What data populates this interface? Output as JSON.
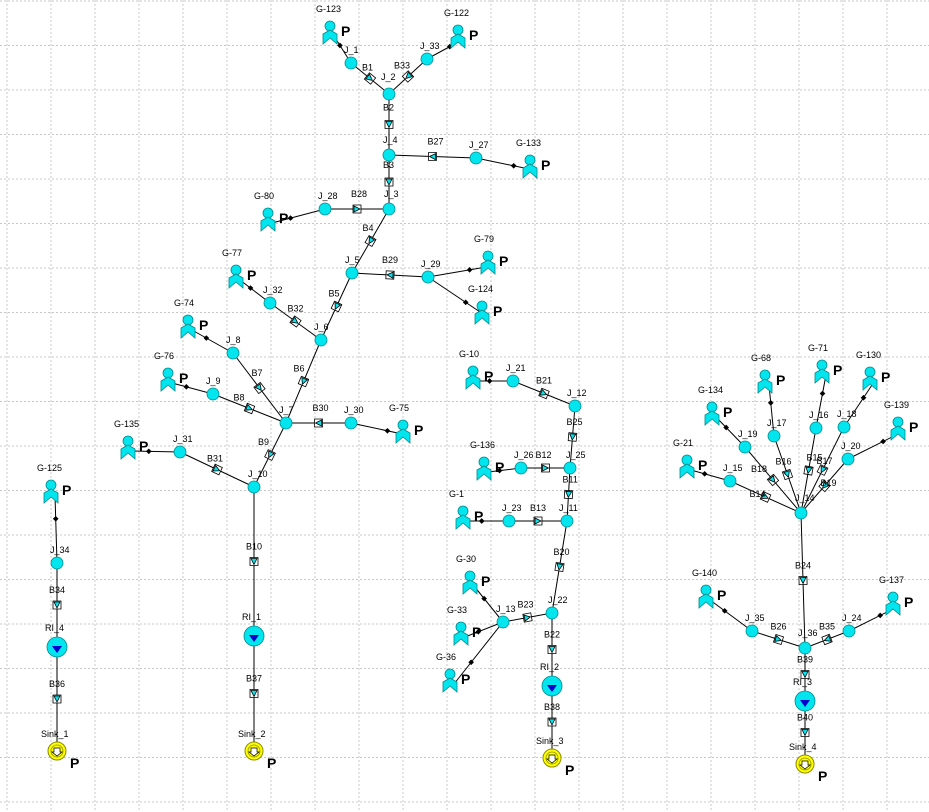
{
  "colors": {
    "pipe": "#000000",
    "junction": "#00e5ee",
    "reservoir_arrow": "#0000cc",
    "sink": "#ffff00",
    "grid": "#c8c8c8",
    "background": "#ffffff"
  },
  "pressure_label": "P",
  "nodes": [
    {
      "id": "G-123",
      "type": "supply"
    },
    {
      "id": "G-122",
      "type": "supply"
    },
    {
      "id": "J_1",
      "type": "junction"
    },
    {
      "id": "J_33",
      "type": "junction"
    },
    {
      "id": "J_2",
      "type": "junction"
    },
    {
      "id": "J_4",
      "type": "junction"
    },
    {
      "id": "J_27",
      "type": "junction"
    },
    {
      "id": "G-133",
      "type": "supply"
    },
    {
      "id": "J_3",
      "type": "junction"
    },
    {
      "id": "J_28",
      "type": "junction"
    },
    {
      "id": "G-80",
      "type": "supply"
    },
    {
      "id": "J_5",
      "type": "junction"
    },
    {
      "id": "J_29",
      "type": "junction"
    },
    {
      "id": "G-79",
      "type": "supply"
    },
    {
      "id": "G-124",
      "type": "supply"
    },
    {
      "id": "J_6",
      "type": "junction"
    },
    {
      "id": "J_32",
      "type": "junction"
    },
    {
      "id": "G-77",
      "type": "supply"
    },
    {
      "id": "J_8",
      "type": "junction"
    },
    {
      "id": "G-74",
      "type": "supply"
    },
    {
      "id": "J_9",
      "type": "junction"
    },
    {
      "id": "G-76",
      "type": "supply"
    },
    {
      "id": "J_7",
      "type": "junction"
    },
    {
      "id": "J_30",
      "type": "junction"
    },
    {
      "id": "G-75",
      "type": "supply"
    },
    {
      "id": "J_31",
      "type": "junction"
    },
    {
      "id": "G-135",
      "type": "supply"
    },
    {
      "id": "J_10",
      "type": "junction"
    },
    {
      "id": "RI_1",
      "type": "reservoir"
    },
    {
      "id": "Sink_2",
      "type": "sink"
    },
    {
      "id": "G-125",
      "type": "supply"
    },
    {
      "id": "J_34",
      "type": "junction"
    },
    {
      "id": "RI_4",
      "type": "reservoir"
    },
    {
      "id": "Sink_1",
      "type": "sink"
    },
    {
      "id": "G-10",
      "type": "supply"
    },
    {
      "id": "J_21",
      "type": "junction"
    },
    {
      "id": "J_12",
      "type": "junction"
    },
    {
      "id": "G-136",
      "type": "supply"
    },
    {
      "id": "J_26",
      "type": "junction"
    },
    {
      "id": "J_25",
      "type": "junction"
    },
    {
      "id": "G-1",
      "type": "supply"
    },
    {
      "id": "J_23",
      "type": "junction"
    },
    {
      "id": "J_11",
      "type": "junction"
    },
    {
      "id": "G-30",
      "type": "supply"
    },
    {
      "id": "G-33",
      "type": "supply"
    },
    {
      "id": "G-36",
      "type": "supply"
    },
    {
      "id": "J_13",
      "type": "junction"
    },
    {
      "id": "J_22",
      "type": "junction"
    },
    {
      "id": "RI_2",
      "type": "reservoir"
    },
    {
      "id": "Sink_3",
      "type": "sink"
    },
    {
      "id": "G-68",
      "type": "supply"
    },
    {
      "id": "G-71",
      "type": "supply"
    },
    {
      "id": "G-130",
      "type": "supply"
    },
    {
      "id": "G-134",
      "type": "supply"
    },
    {
      "id": "G-139",
      "type": "supply"
    },
    {
      "id": "G-21",
      "type": "supply"
    },
    {
      "id": "J_17",
      "type": "junction"
    },
    {
      "id": "J_16",
      "type": "junction"
    },
    {
      "id": "J_18",
      "type": "junction"
    },
    {
      "id": "J_19",
      "type": "junction"
    },
    {
      "id": "J_20",
      "type": "junction"
    },
    {
      "id": "J_15",
      "type": "junction"
    },
    {
      "id": "J_14",
      "type": "junction"
    },
    {
      "id": "G-140",
      "type": "supply"
    },
    {
      "id": "G-137",
      "type": "supply"
    },
    {
      "id": "J_35",
      "type": "junction"
    },
    {
      "id": "J_36",
      "type": "junction"
    },
    {
      "id": "J_24",
      "type": "junction"
    },
    {
      "id": "RI_3",
      "type": "reservoir"
    },
    {
      "id": "Sink_4",
      "type": "sink"
    }
  ],
  "links": [
    {
      "id": "B1",
      "from": "J_1",
      "to": "J_2"
    },
    {
      "id": "B33",
      "from": "J_33",
      "to": "J_2"
    },
    {
      "id": "B2",
      "from": "J_2",
      "to": "J_4"
    },
    {
      "id": "B27",
      "from": "J_27",
      "to": "J_4"
    },
    {
      "id": "B3",
      "from": "J_4",
      "to": "J_3"
    },
    {
      "id": "B28",
      "from": "J_28",
      "to": "J_3"
    },
    {
      "id": "B4",
      "from": "J_3",
      "to": "J_5"
    },
    {
      "id": "B29",
      "from": "J_29",
      "to": "J_5"
    },
    {
      "id": "B5",
      "from": "J_5",
      "to": "J_6"
    },
    {
      "id": "B32",
      "from": "J_32",
      "to": "J_6"
    },
    {
      "id": "B6",
      "from": "J_6",
      "to": "J_7"
    },
    {
      "id": "B7",
      "from": "J_8",
      "to": "J_7"
    },
    {
      "id": "B8",
      "from": "J_9",
      "to": "J_7"
    },
    {
      "id": "B30",
      "from": "J_30",
      "to": "J_7"
    },
    {
      "id": "B9",
      "from": "J_7",
      "to": "J_10"
    },
    {
      "id": "B31",
      "from": "J_31",
      "to": "J_10"
    },
    {
      "id": "B10",
      "from": "J_10",
      "to": "RI_1"
    },
    {
      "id": "B37",
      "from": "RI_1",
      "to": "Sink_2"
    },
    {
      "id": "B34",
      "from": "J_34",
      "to": "RI_4"
    },
    {
      "id": "B36",
      "from": "RI_4",
      "to": "Sink_1"
    },
    {
      "id": "B21",
      "from": "J_21",
      "to": "J_12"
    },
    {
      "id": "B25",
      "from": "J_12",
      "to": "J_25"
    },
    {
      "id": "B12",
      "from": "J_26",
      "to": "J_25"
    },
    {
      "id": "B11",
      "from": "J_25",
      "to": "J_11"
    },
    {
      "id": "B13",
      "from": "J_23",
      "to": "J_11"
    },
    {
      "id": "B20",
      "from": "J_11",
      "to": "J_22"
    },
    {
      "id": "B23",
      "from": "J_13",
      "to": "J_22"
    },
    {
      "id": "B22",
      "from": "J_22",
      "to": "RI_2"
    },
    {
      "id": "B38",
      "from": "RI_2",
      "to": "Sink_3"
    },
    {
      "id": "B16",
      "from": "J_17",
      "to": "J_14"
    },
    {
      "id": "B15",
      "from": "J_16",
      "to": "J_14"
    },
    {
      "id": "B17",
      "from": "J_18",
      "to": "J_14"
    },
    {
      "id": "B18",
      "from": "J_19",
      "to": "J_14"
    },
    {
      "id": "B19",
      "from": "J_20",
      "to": "J_14"
    },
    {
      "id": "B14",
      "from": "J_15",
      "to": "J_14"
    },
    {
      "id": "B24",
      "from": "J_14",
      "to": "J_36"
    },
    {
      "id": "B26",
      "from": "J_35",
      "to": "J_36"
    },
    {
      "id": "B35",
      "from": "J_24",
      "to": "J_36"
    },
    {
      "id": "B39",
      "from": "J_36",
      "to": "RI_3"
    },
    {
      "id": "B40",
      "from": "RI_3",
      "to": "Sink_4"
    }
  ],
  "dashed_links": [
    [
      "G-123",
      "J_1"
    ],
    [
      "G-122",
      "J_33"
    ],
    [
      "G-133",
      "J_27"
    ],
    [
      "G-80",
      "J_28"
    ],
    [
      "G-79",
      "J_29"
    ],
    [
      "G-124",
      "J_29"
    ],
    [
      "G-77",
      "J_32"
    ],
    [
      "G-74",
      "J_8"
    ],
    [
      "G-76",
      "J_9"
    ],
    [
      "G-75",
      "J_30"
    ],
    [
      "G-135",
      "J_31"
    ],
    [
      "G-125",
      "J_34"
    ],
    [
      "G-10",
      "J_21"
    ],
    [
      "G-136",
      "J_26"
    ],
    [
      "G-1",
      "J_23"
    ],
    [
      "G-30",
      "J_13"
    ],
    [
      "G-33",
      "J_13"
    ],
    [
      "G-36",
      "J_13"
    ],
    [
      "G-68",
      "J_17"
    ],
    [
      "G-71",
      "J_16"
    ],
    [
      "G-130",
      "J_18"
    ],
    [
      "G-134",
      "J_19"
    ],
    [
      "G-139",
      "J_20"
    ],
    [
      "G-21",
      "J_15"
    ],
    [
      "G-140",
      "J_35"
    ],
    [
      "G-137",
      "J_24"
    ]
  ]
}
